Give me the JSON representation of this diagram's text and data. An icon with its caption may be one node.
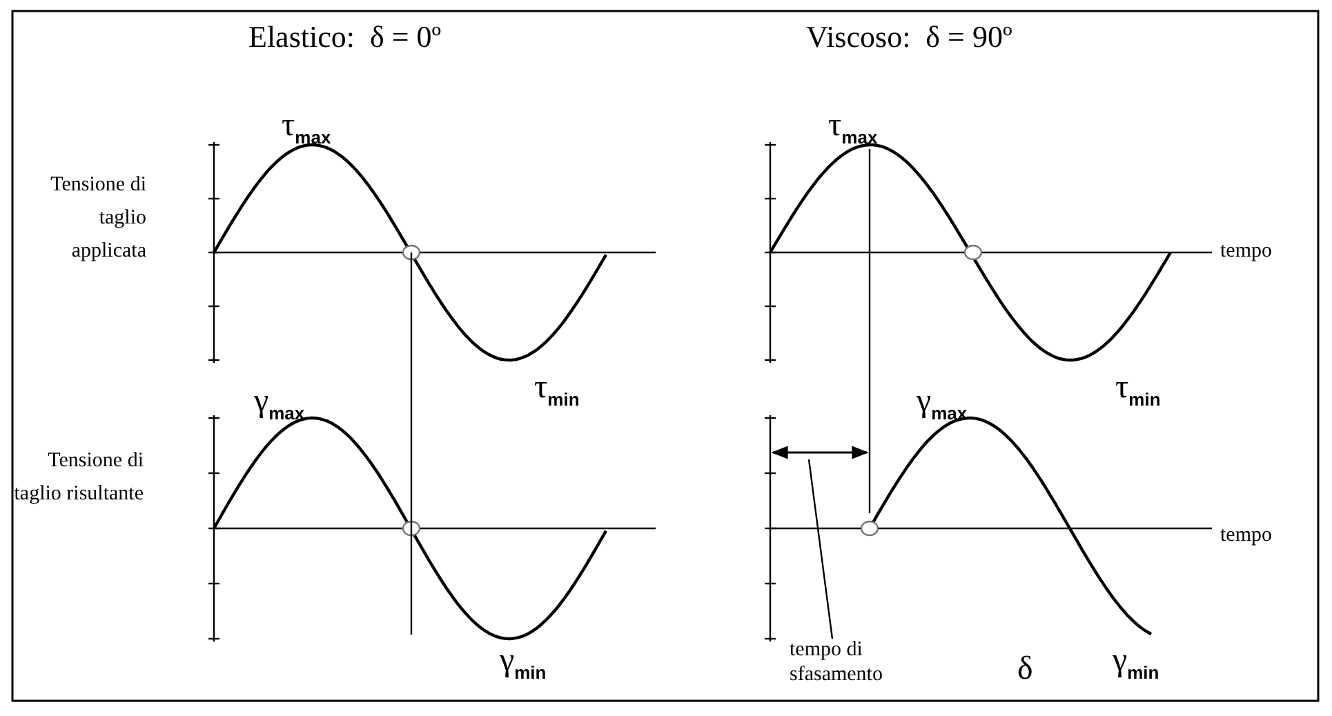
{
  "diagram": {
    "nodes": [
      {
        "text": [
          "tempo di sfasamento"
        ]
      },
      {
        "text": [],
        "shape": "arrow"
      }
    ],
    "edges": [
      {
        "from": 0,
        "to": 1,
        "arrow": "none"
      }
    ],
    "labels": [
      "Elastico:  δ = 0º",
      "Viscoso:  δ = 90º",
      "τ$_{max}$",
      "Tensione di taglio applicata",
      "τ$_{max}$",
      "tempo",
      "τ$_{min}$",
      "τ$_{min}$",
      "γ$_{max}$",
      "Tensione di taglio risultante",
      "γ$_{max}$",
      "tempo",
      "γ$_{min}$",
      "δ",
      "γ$_{min}$"
    ]
  }
}
